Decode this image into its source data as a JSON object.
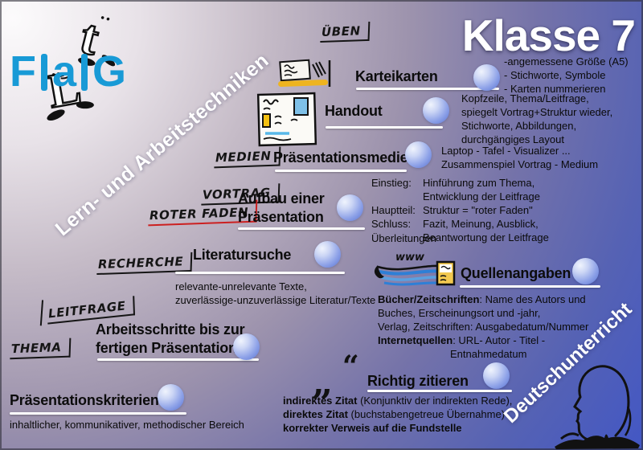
{
  "page": {
    "class_title": "Klasse 7",
    "theme_diagonal": "Lern- und Arbeitstechniken",
    "subject_diagonal": "Deutschunterricht"
  },
  "logo": {
    "f": "F",
    "a": "a",
    "g": "G"
  },
  "hand_labels": {
    "ueben": "ÜBEN",
    "medien": "MEDIEN",
    "vortrag": "VORTRAG",
    "roter_faden": "ROTER FADEN",
    "recherche": "RECHERCHE",
    "leitfrage": "LEITFRAGE",
    "thema": "THEMA"
  },
  "icons": {
    "www_label": "www",
    "quote_low": "„",
    "quote_high": "“"
  },
  "sections": {
    "karteikarten": {
      "title": "Karteikarten",
      "notes": [
        "-angemessene Größe (A5)",
        "- Stichworte, Symbole",
        "- Karten nummerieren"
      ]
    },
    "handout": {
      "title": "Handout",
      "notes": [
        "Kopfzeile, Thema/Leitfrage,",
        "spiegelt Vortrag+Struktur wieder,",
        "Stichworte, Abbildungen,",
        "durchgängiges Layout"
      ]
    },
    "praesentationsmedien": {
      "title": "Präsentationsmedien",
      "notes": [
        "Laptop - Tafel - Visualizer ...",
        "Zusammenspiel Vortrag - Medium"
      ]
    },
    "aufbau": {
      "title_line1": "Aufbau einer",
      "title_line2": "Präsentation",
      "rows": [
        [
          "Einstieg:",
          "Hinführung zum Thema,"
        ],
        [
          "",
          "Entwicklung der Leitfrage"
        ],
        [
          "Hauptteil:",
          "Struktur = \"roter Faden\""
        ],
        [
          "Schluss:",
          "Fazit, Meinung, Ausblick,"
        ],
        [
          "",
          "Beantwortung der Leitfrage"
        ]
      ],
      "footer": "Überleitungen"
    },
    "literatursuche": {
      "title": "Literatursuche",
      "notes": [
        "relevante-unrelevante Texte,",
        "zuverlässige-unzuverlässige Literatur/Texte"
      ]
    },
    "quellenangaben": {
      "title": "Quellenangaben",
      "notes": [
        {
          "b": "Bücher/Zeitschriften",
          "r": ": Name des Autors und"
        },
        {
          "b": "",
          "r": "Buches, Erscheinungsort und -jahr,"
        },
        {
          "b": "",
          "r": "Verlag, Zeitschriften: Ausgabedatum/Nummer"
        },
        {
          "b": "Internetquellen",
          "r": ": URL- Autor - Titel -"
        },
        {
          "b": "",
          "r": "Entnahmedatum"
        }
      ]
    },
    "arbeitsschritte": {
      "title_line1": "Arbeitsschritte bis zur",
      "title_line2": "fertigen Präsentation"
    },
    "praesentationskriterien": {
      "title": "Präsentationskriterien",
      "notes": [
        "inhaltlicher, kommunikativer, methodischer Bereich"
      ]
    },
    "richtig_zitieren": {
      "title": "Richtig zitieren",
      "notes": [
        {
          "b": "indirektes Zitat",
          "r": " (Konjunktiv der indirekten Rede),"
        },
        {
          "b": "direktes Zitat",
          "r": " (buchstabengetreue Übernahme)"
        },
        {
          "b": "korrekter Verweis auf die Fundstelle",
          "r": ""
        }
      ]
    }
  },
  "colors": {
    "logo_blue": "#189ad6",
    "background_blue": "#3b54cb",
    "sphere_blue": "#5570d2",
    "red_marker": "#cc2020",
    "highlight_yellow": "#eeb41f"
  }
}
